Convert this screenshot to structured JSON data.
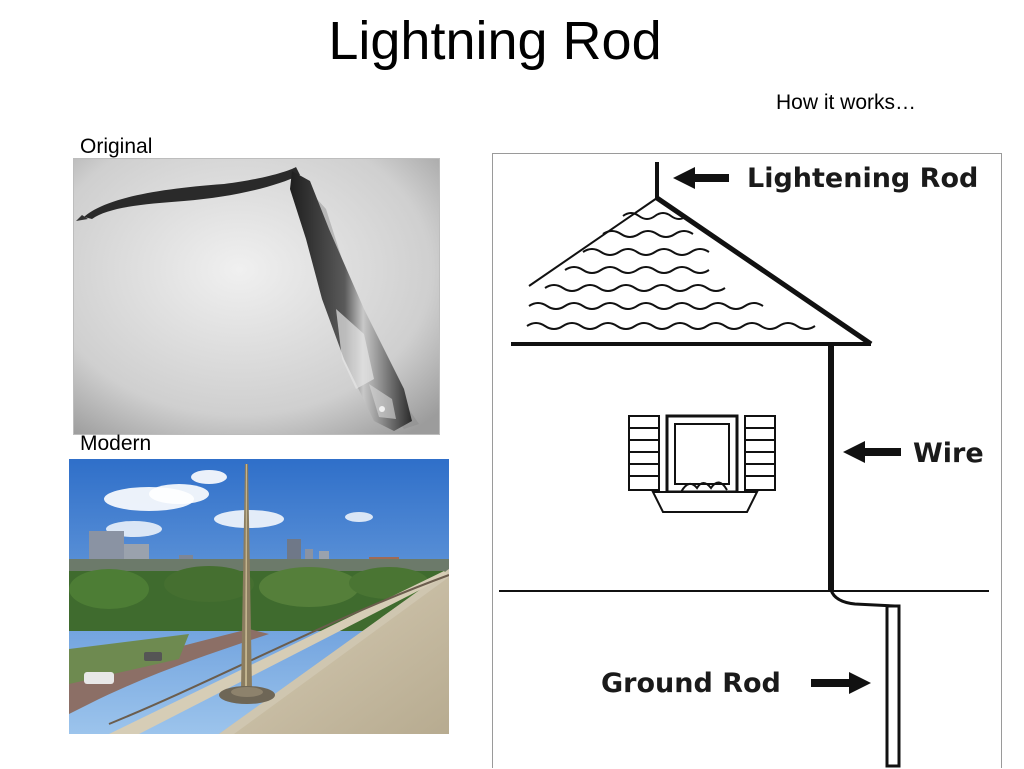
{
  "slide": {
    "title": "Lightning Rod",
    "subtitle": "How it works…"
  },
  "original": {
    "label": "Original",
    "image_icon": "old-iron-rod-photo"
  },
  "modern": {
    "label": "Modern",
    "image_icon": "rooftop-lightning-rod-photo"
  },
  "diagram": {
    "image_icon": "house-lightning-protection-diagram",
    "lightning_rod_label": "Lightening Rod",
    "wire_label": "Wire",
    "ground_rod_label": "Ground Rod"
  }
}
